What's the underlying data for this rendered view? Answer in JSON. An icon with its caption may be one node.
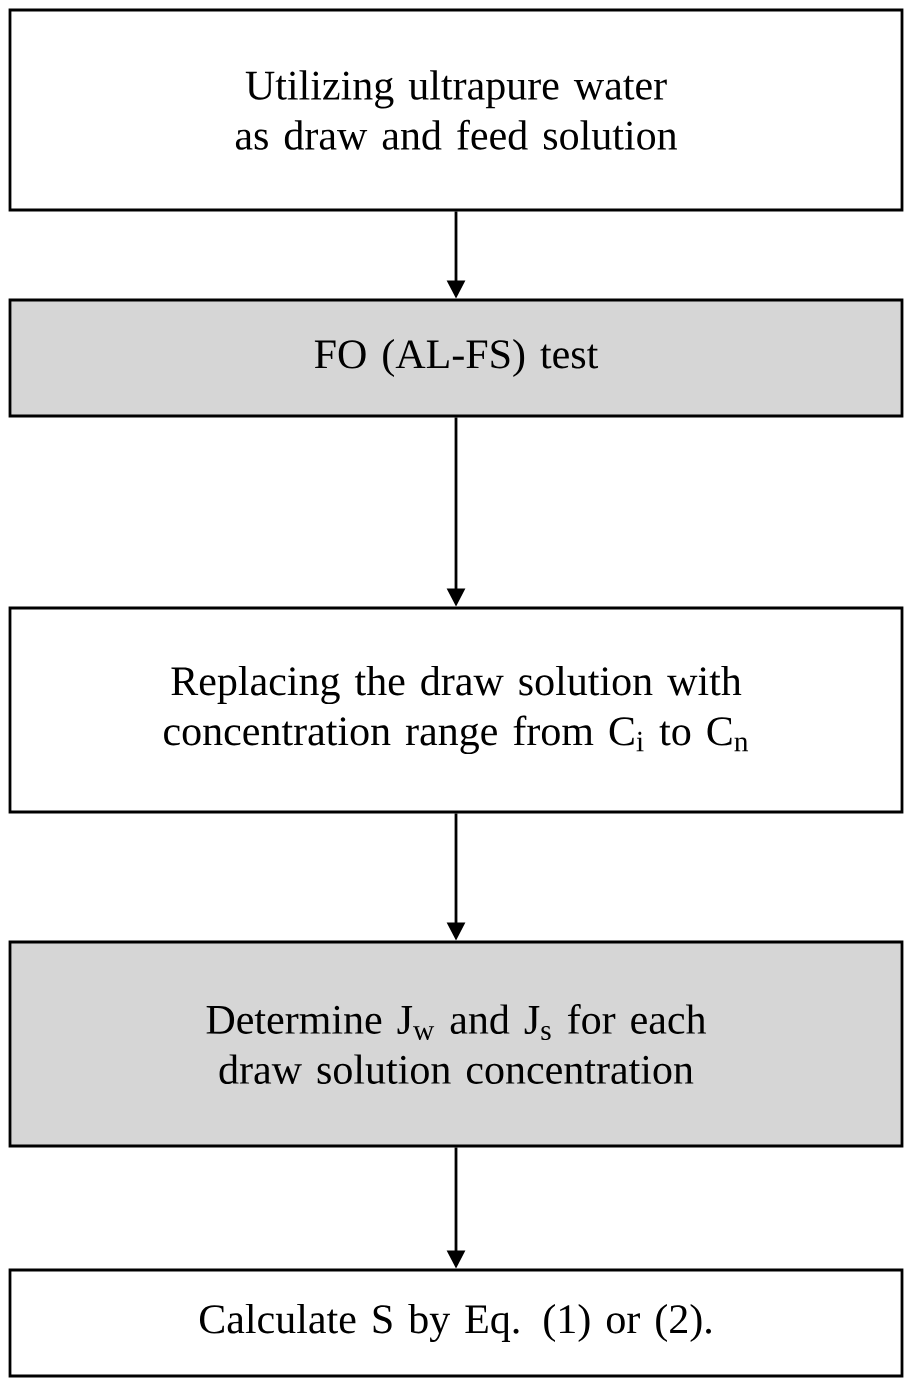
{
  "diagram": {
    "nodes": [
      {
        "text": [
          "Utilizing ultrapure water as draw and feed solution"
        ]
      },
      {
        "text": [
          "FO (AL-FS) test"
        ]
      },
      {
        "text": [
          "Replacing the draw solution with concentration range from C$_{i}$ to C$_{n}$"
        ]
      },
      {
        "text": [
          "Determine J$_{w}$ and J$_{s}$ for each draw solution concentration"
        ]
      },
      {
        "text": [
          "Calculate S by Eq. (1) or (2)."
        ]
      }
    ],
    "edges": [
      {
        "from": 0,
        "to": 1,
        "arrow": "to"
      },
      {
        "from": 1,
        "to": 2,
        "arrow": "to"
      },
      {
        "from": 2,
        "to": 3,
        "arrow": "to"
      },
      {
        "from": 3,
        "to": 4,
        "arrow": "to"
      }
    ]
  }
}
